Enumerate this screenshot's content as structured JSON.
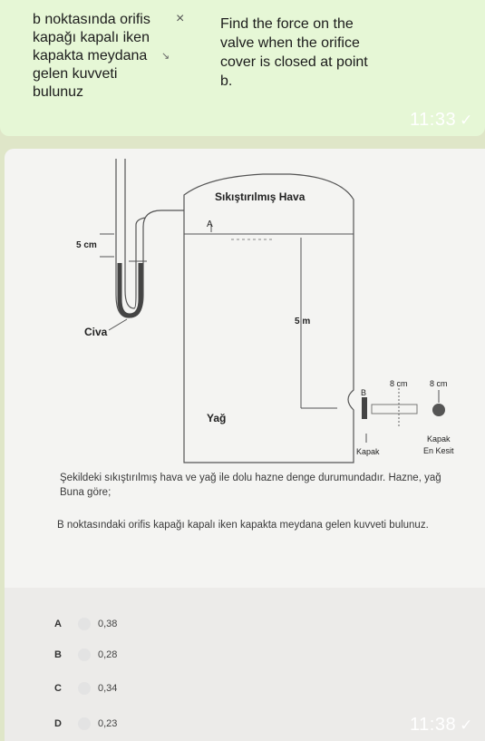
{
  "translation": {
    "source_text": "b noktasında orifis kapağı kapalı iken kapakta meydana gelen kuvveti bulunuz",
    "close_symbol": "×",
    "translated_text": "Find the force on the valve when the orifice cover is closed at point b."
  },
  "messages": [
    {
      "time": "11:33",
      "status_icon": "double-check-icon"
    },
    {
      "time": "11:38",
      "status_icon": "double-check-icon"
    }
  ],
  "diagram": {
    "air_label": "Sıkıştırılmış Hava",
    "point_a": "A",
    "point_b": "B",
    "mercury_label": "Civa",
    "height_5cm": "5 cm",
    "depth_5m": "5 m",
    "oil_label": "Yağ",
    "cover_label": "Kapak",
    "dim_8cm_1": "8 cm",
    "dim_8cm_2": "8 cm",
    "section_label_1": "Kapak",
    "section_label_2": "En Kesit"
  },
  "question": {
    "line1": "Şekildeki sıkıştırılmış hava ve yağ ile dolu hazne denge durumundadır. Hazne, yağ",
    "line2": "Buna göre;",
    "line3": "B noktasındaki orifis kapağı kapalı iken kapakta meydana gelen kuvveti bulunuz."
  },
  "options": [
    {
      "letter": "A",
      "value": "0,38"
    },
    {
      "letter": "B",
      "value": "0,28"
    },
    {
      "letter": "C",
      "value": "0,34"
    },
    {
      "letter": "D",
      "value": "0,23"
    }
  ]
}
